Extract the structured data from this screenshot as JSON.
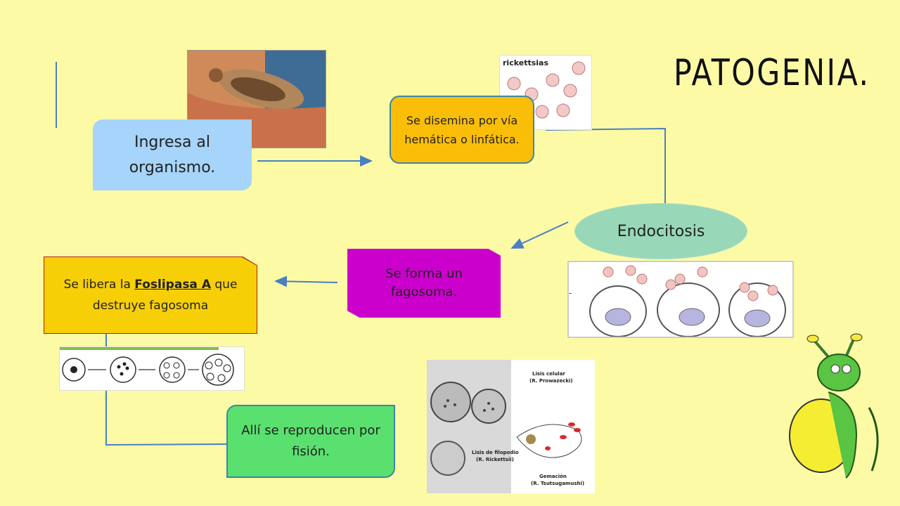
{
  "slide": {
    "title": "PATOGENIA."
  },
  "steps": {
    "ingresa": "Ingresa al organismo.",
    "disemina": "Se disemina por vía hemática o linfática.",
    "endocitosis": "Endocitosis",
    "fagosoma": "Se forma un fagosoma.",
    "foslipasa_prefix": "Se libera la ",
    "foslipasa_term": "Foslipasa A",
    "foslipasa_suffix": " que destruye fagosoma",
    "reproducen": "Allí se reproducen por fisión."
  },
  "images": {
    "rickettsias_label": "rickettsias",
    "lisis_celular": "Lisis celular",
    "lisis_celular_species": "(R. Prowazecki)",
    "lisis_filopodio": "Lisis de filopodio",
    "lisis_filopodio_species": "(R. Rickettsii)",
    "gemacion": "Gemación",
    "gemacion_species": "(R. Tsutsugamushi)"
  },
  "colors": {
    "background": "#fdfaa6",
    "connector": "#4a7fc1",
    "ingresa_fill": "#a6d4fa",
    "disemina_fill": "#fbbe08",
    "endocitosis_fill": "#98d8b9",
    "fagosoma_fill": "#cc00cc",
    "foslipasa_fill": "#f7cf07",
    "reproducen_fill": "#5ae06e"
  }
}
